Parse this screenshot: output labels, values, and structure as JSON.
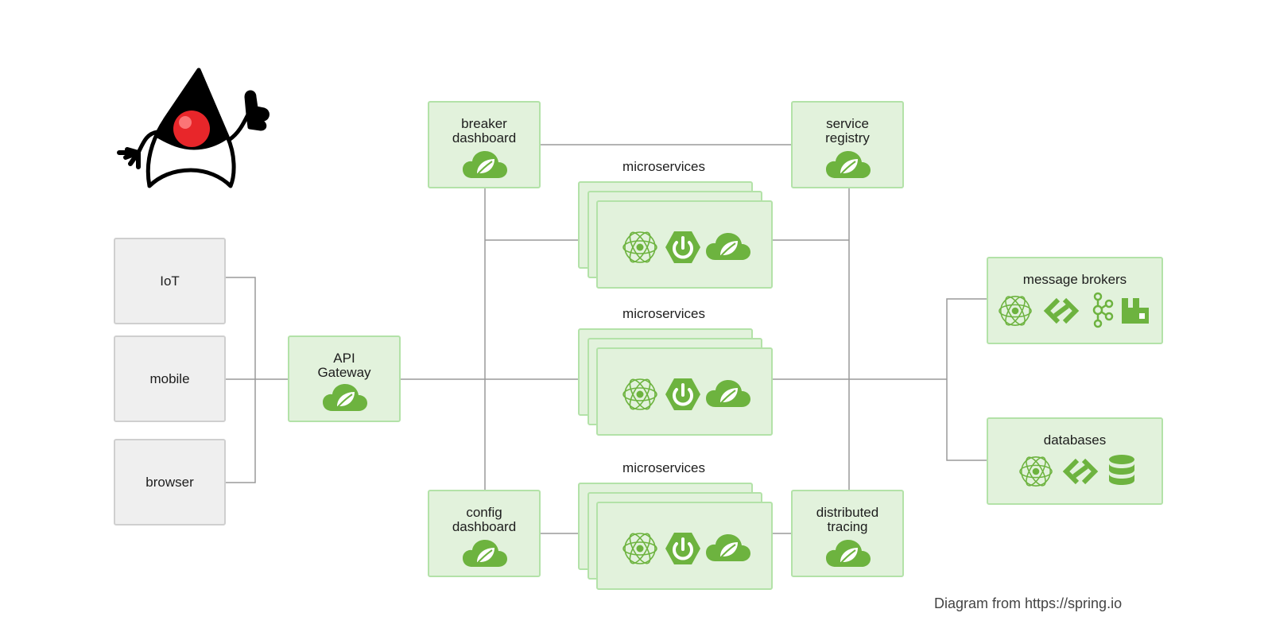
{
  "colors": {
    "accent": "#6db33f",
    "box_fill": "#e2f2dc",
    "box_border": "#b3e2a8",
    "client_fill": "#efefef",
    "client_border": "#cfcfcf",
    "line": "#9a9a9a"
  },
  "clients": {
    "iot": "IoT",
    "mobile": "mobile",
    "browser": "browser"
  },
  "gateway": {
    "label": "API\nGateway"
  },
  "breaker": {
    "label": "breaker\ndashboard"
  },
  "registry": {
    "label": "service\nregistry"
  },
  "config": {
    "label": "config\ndashboard"
  },
  "tracing": {
    "label": "distributed\ntracing"
  },
  "microservices": {
    "top": "microservices",
    "middle": "microservices",
    "bottom": "microservices"
  },
  "brokers": {
    "label": "message brokers"
  },
  "databases": {
    "label": "databases"
  },
  "mascot": {
    "name": "duke-mascot-icon"
  },
  "icons": {
    "cloud": "spring-cloud-leaf-icon",
    "atom": "reactor-atom-icon",
    "power": "spring-boot-power-icon",
    "link": "spring-integration-link-icon",
    "kafka": "kafka-icon",
    "factory": "rabbitmq-factory-icon",
    "database": "database-icon"
  },
  "footer": {
    "credit": "Diagram from https://spring.io"
  }
}
